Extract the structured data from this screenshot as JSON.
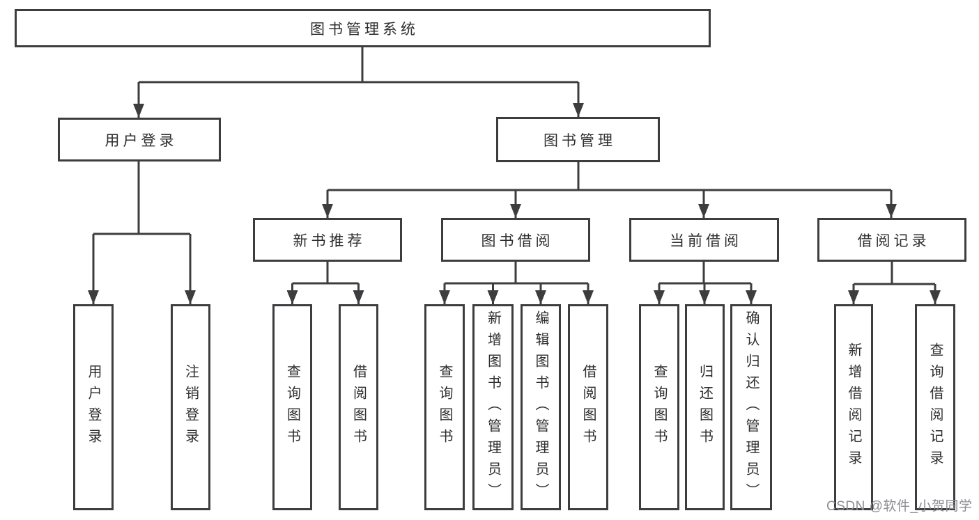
{
  "diagram_title": "图书管理系统",
  "tree": {
    "root": {
      "label": "图书管理系统",
      "children": [
        {
          "label": "用户登录",
          "children": [
            {
              "label": "用户登录"
            },
            {
              "label": "注销登录"
            }
          ]
        },
        {
          "label": "图书管理",
          "children": [
            {
              "label": "新书推荐",
              "children": [
                {
                  "label": "查询图书"
                },
                {
                  "label": "借阅图书"
                }
              ]
            },
            {
              "label": "图书借阅",
              "children": [
                {
                  "label": "查询图书"
                },
                {
                  "label": "新增图书（管理员）"
                },
                {
                  "label": "编辑图书（管理员）"
                },
                {
                  "label": "借阅图书"
                }
              ]
            },
            {
              "label": "当前借阅",
              "children": [
                {
                  "label": "查询图书"
                },
                {
                  "label": "归还图书"
                },
                {
                  "label": "确认归还（管理员）"
                }
              ]
            },
            {
              "label": "借阅记录",
              "children": [
                {
                  "label": "新增借阅记录"
                },
                {
                  "label": "查询借阅记录"
                }
              ]
            }
          ]
        }
      ]
    }
  },
  "watermark": "CSDN @软件_小贺同学",
  "colors": {
    "line": "#3d3d3f",
    "text": "#2e2e30",
    "watermark": "#8c8c93",
    "background": "#ffffff"
  }
}
